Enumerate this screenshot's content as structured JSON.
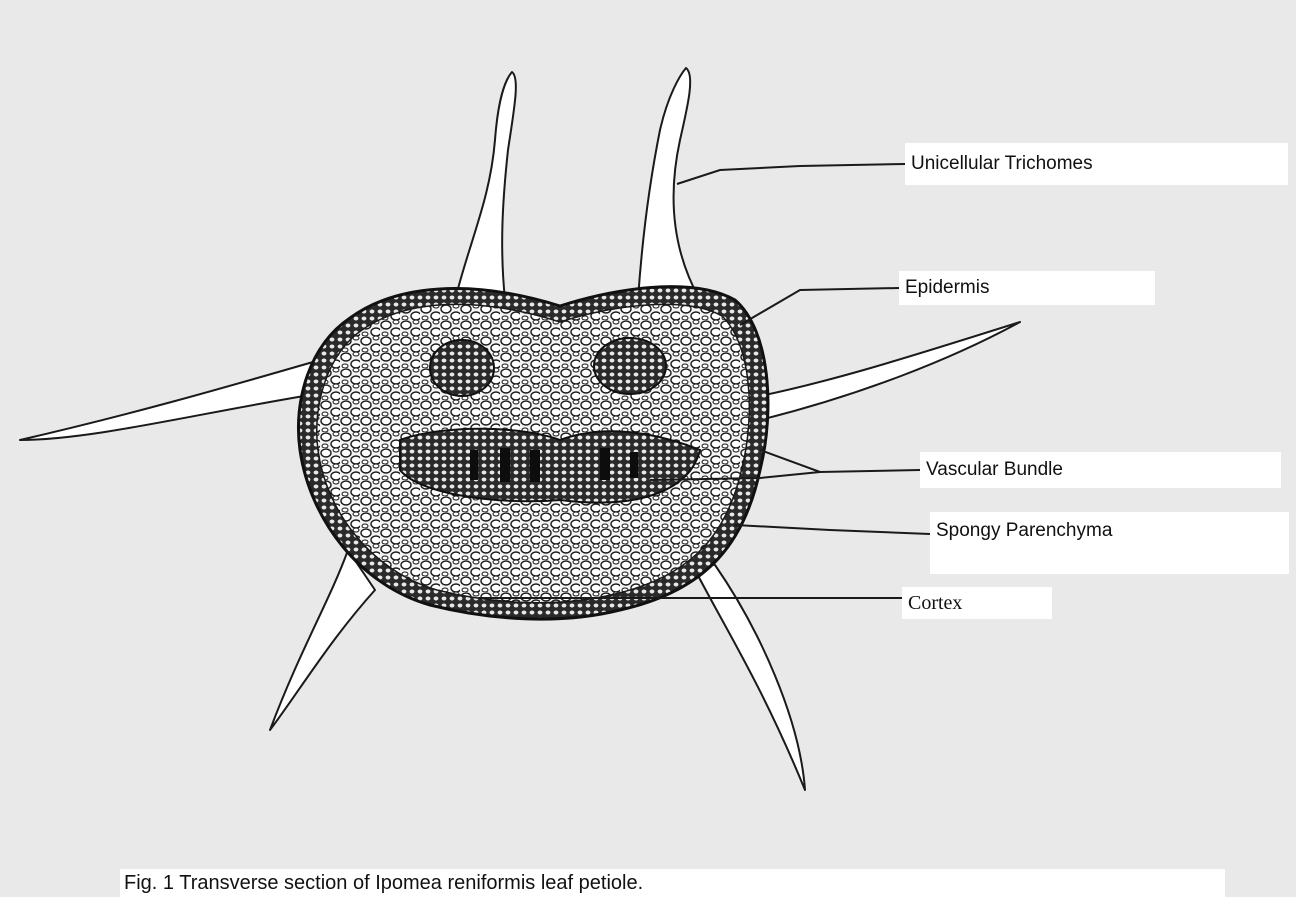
{
  "colors": {
    "background": "#e9e9e9",
    "ink": "#1a1a1a",
    "label_box": "#ffffff"
  },
  "labels": {
    "trichomes": "Unicellular Trichomes",
    "epidermis": "Epidermis",
    "vascular_bundle": "Vascular Bundle",
    "spongy_parenchyma": "Spongy Parenchyma",
    "cortex": "Cortex"
  },
  "caption": "Fig. 1 Transverse section of Ipomea reniformis leaf petiole."
}
